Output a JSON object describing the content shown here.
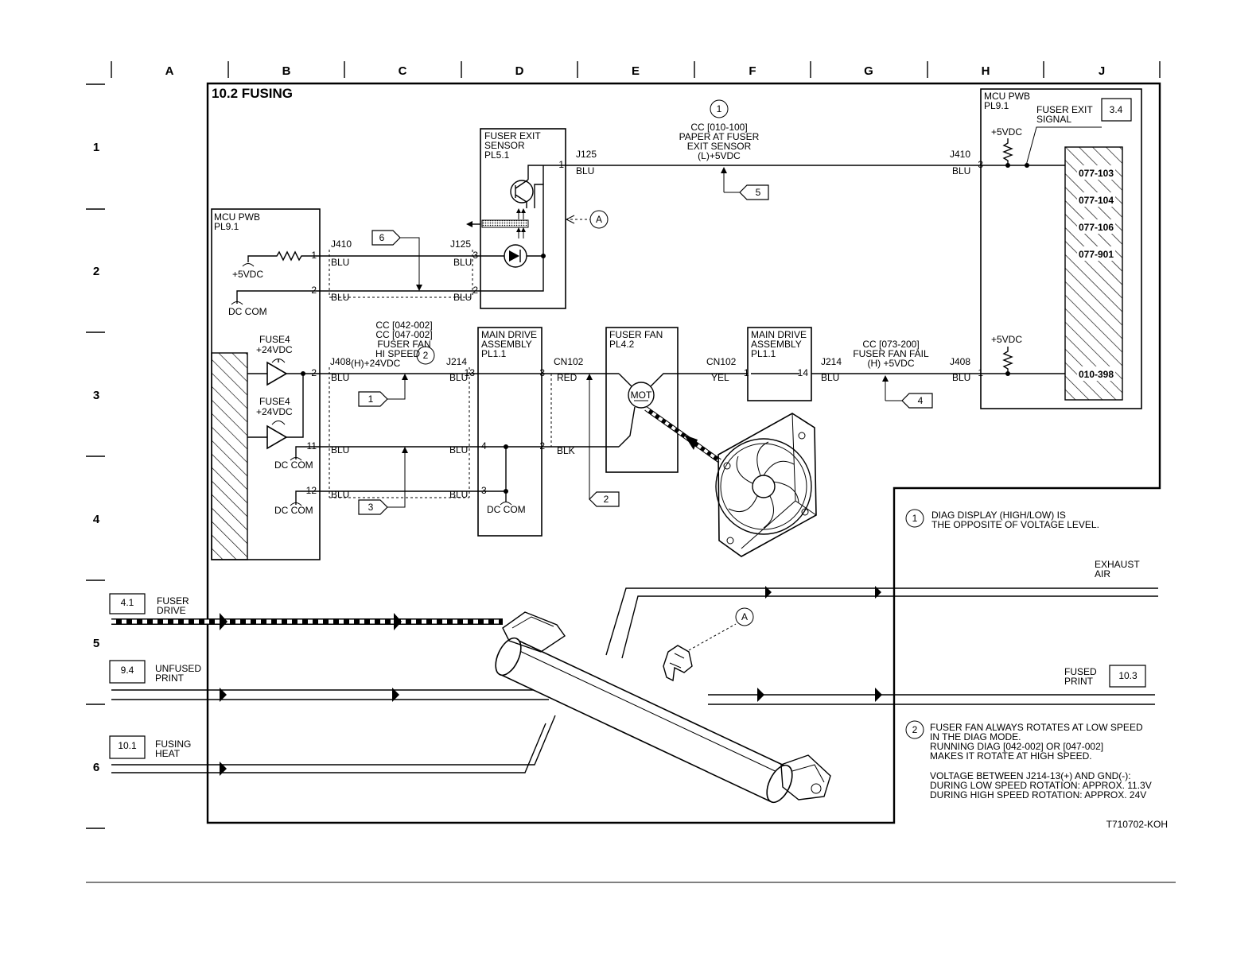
{
  "page": {
    "title": "10.2 FUSING",
    "figure_id": "T710702-KOH"
  },
  "grid": {
    "columns": [
      "A",
      "B",
      "C",
      "D",
      "E",
      "F",
      "G",
      "H",
      "J"
    ],
    "rows": [
      "1",
      "2",
      "3",
      "4",
      "5",
      "6"
    ]
  },
  "mcu_left": {
    "name": "MCU PWB",
    "pl": "PL9.1"
  },
  "mcu_right": {
    "name": "MCU PWB",
    "pl": "PL9.1"
  },
  "exit_sensor": {
    "line1": "FUSER EXIT",
    "line2": "SENSOR",
    "pl": "PL5.1"
  },
  "main_drive_1": {
    "line1": "MAIN DRIVE",
    "line2": "ASSEMBLY",
    "pl": "PL1.1"
  },
  "main_drive_2": {
    "line1": "MAIN DRIVE",
    "line2": "ASSEMBLY",
    "pl": "PL1.1"
  },
  "fuser_fan": {
    "name": "FUSER FAN",
    "pl": "PL4.2",
    "motor": "MOT"
  },
  "connectors": {
    "j410": "J410",
    "j125": "J125",
    "j408": "J408",
    "j214": "J214",
    "cn102": "CN102"
  },
  "wires": {
    "blu": "BLU",
    "red": "RED",
    "blk": "BLK",
    "yel": "YEL"
  },
  "pins": {
    "p1": "1",
    "p2": "2",
    "p3": "3",
    "p4": "4",
    "p11": "11",
    "p12": "12",
    "p13": "13",
    "p14": "14"
  },
  "power": {
    "vdc5": "+5VDC",
    "vdc24": "+24VDC",
    "dccom": "DC COM",
    "fuse4": "FUSE4"
  },
  "cc_top": {
    "l1": "CC [010-100]",
    "l2": "PAPER AT FUSER",
    "l3": "EXIT SENSOR",
    "l4": "(L)+5VDC"
  },
  "cc_fan": {
    "l1": "CC [042-002]",
    "l2": "CC [047-002]",
    "l3": "FUSER FAN",
    "l4": "HI SPEED",
    "l5": "(H)+24VDC"
  },
  "cc_fail": {
    "l1": "CC [073-200]",
    "l2": "FUSER FAN FAIL",
    "l3": "(H) +5VDC"
  },
  "exit_signal": {
    "l1": "FUSER EXIT",
    "l2": "SIGNAL",
    "ref": "3.4"
  },
  "status_codes": [
    "077-103",
    "077-104",
    "077-106",
    "077-901",
    "010-398"
  ],
  "flags": {
    "f1": "1",
    "f2": "2",
    "f3": "3",
    "f4": "4",
    "f5": "5",
    "f6": "6"
  },
  "callouts": {
    "c1": "1",
    "c2": "2",
    "a": "A"
  },
  "flows": {
    "drive_ref": "4.1",
    "drive_l1": "FUSER",
    "drive_l2": "DRIVE",
    "unfused_ref": "9.4",
    "unfused_l1": "UNFUSED",
    "unfused_l2": "PRINT",
    "heat_ref": "10.1",
    "heat_l1": "FUSING",
    "heat_l2": "HEAT",
    "fused_ref": "10.3",
    "fused_l1": "FUSED",
    "fused_l2": "PRINT",
    "exhaust_l1": "EXHAUST",
    "exhaust_l2": "AIR"
  },
  "notes": {
    "n1_l1": "DIAG DISPLAY (HIGH/LOW) IS",
    "n1_l2": "THE OPPOSITE OF VOLTAGE LEVEL.",
    "n2_l1": "FUSER FAN ALWAYS ROTATES AT LOW SPEED",
    "n2_l2": "IN THE DIAG MODE.",
    "n2_l3": "RUNNING DIAG [042-002] OR [047-002]",
    "n2_l4": "MAKES IT ROTATE AT HIGH SPEED.",
    "n2_l5": "VOLTAGE BETWEEN J214-13(+) AND GND(-):",
    "n2_l6": "DURING LOW SPEED ROTATION: APPROX. 11.3V",
    "n2_l7": "DURING HIGH SPEED ROTATION: APPROX. 24V"
  }
}
